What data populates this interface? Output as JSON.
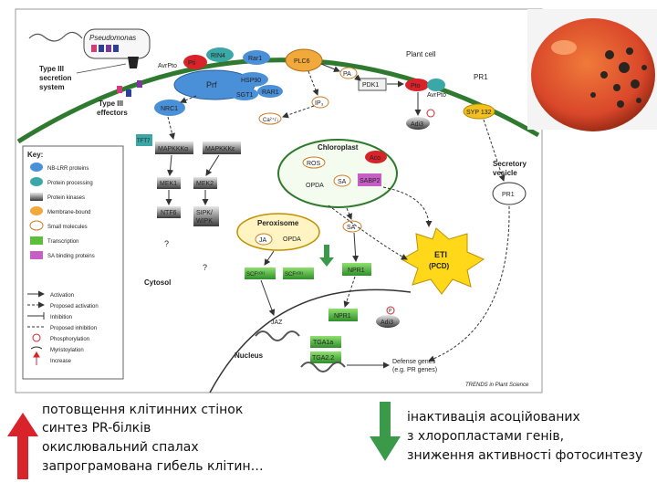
{
  "diagram": {
    "pseudomonas": "Pseudomonas",
    "plant_cell": "Plant cell",
    "t3ss": [
      "Type III",
      "secretion",
      "system"
    ],
    "t3e": [
      "Type III",
      "effectors"
    ],
    "proteins": {
      "prf": "Prf",
      "rin4": "RIN4",
      "rar1": "Rar1",
      "hsp90": "HSP90",
      "sgt1": "SGT1",
      "rar1b": "RAR1",
      "pti": "Pti",
      "nrc1": "NRC1",
      "plc6": "PLC6",
      "pdk1": "PDK1",
      "pto": "Pto",
      "avrpto_left": "AvrPto",
      "avrpto_right": "AvrPto",
      "pr1_top": "PR1",
      "adi3_top": "Adi3",
      "syp132": "SYP 132",
      "tft7": "TFT7",
      "mapkkka": "MAPKKKα",
      "mapkkke": "MAPKKKε",
      "mek1": "MEK1",
      "mek2": "MEK2",
      "ntf6": "NTF6",
      "sipk": [
        "SIPK/",
        "WIPK"
      ],
      "chloroplast": "Chloroplast",
      "ros": "ROS",
      "aco": "Aco",
      "opda_c": "OPDA",
      "sa_c": "SA",
      "sabp2": "SABP2",
      "peroxisome": "Peroxisome",
      "ja_p": "JA",
      "opda_p": "OPDA",
      "sa_mid": "SA",
      "pa": "PA",
      "ip3": "IP₃",
      "ca": "Ca²⁺/↓",
      "eti": [
        "ETI",
        "(PCD)"
      ],
      "secretory": [
        "Secretory",
        "vesicle"
      ],
      "pr1_ves": "PR1",
      "scf1": "SCFᶜᴼᴵ¹",
      "scf2": "SCFᶜᴼᴵ¹",
      "npr1_a": "NPR1",
      "cytosol": "Cytosol",
      "npr1_b": "NPR1",
      "adi3_b": "Adi3",
      "jaz": "JAZ",
      "tga1": "TGA1a",
      "tga2": "TGA2.2",
      "nucleus": "Nucleus",
      "defense": [
        "Defense genes",
        "(e.g. PR genes)"
      ],
      "q1": "?",
      "q2": "?",
      "credit": "TRENDS in Plant Science",
      "p_mark": "P"
    },
    "key": {
      "title": "Key:",
      "items": [
        "NB-LRR proteins",
        "Protein processing",
        "Protein kinases",
        "Membrane-bound",
        "Small molecules",
        "Transcription",
        "SA binding proteins"
      ],
      "lines": [
        "Activation",
        "Proposed activation",
        "Inhibition",
        "Proposed inhibition",
        "Phosphorylation",
        "Myristoylation",
        "Increase"
      ]
    }
  },
  "photo": {
    "subject": "tomato-with-bacterial-spots"
  },
  "captions": {
    "left": [
      "потовщення клітинних стінок",
      "синтез PR-білків",
      "окислювальний спалах",
      "запрограмована гибель клітин…"
    ],
    "right": [
      "інактивація асоційованих",
      "з хлоропластами генів,",
      "зниження активності фотосинтезу"
    ]
  },
  "colors": {
    "green_line": "#2f7a2e",
    "blue_protein": "#4a90d9",
    "teal_kinase": "#3ba7a7",
    "orange_membrane": "#f2a93b",
    "purple_sa": "#c65ec6",
    "green_tf": "#5bbf3c",
    "red_arrow": "#d9232b",
    "green_arrow": "#3a9a4a",
    "eti_yellow": "#ffd81a"
  }
}
